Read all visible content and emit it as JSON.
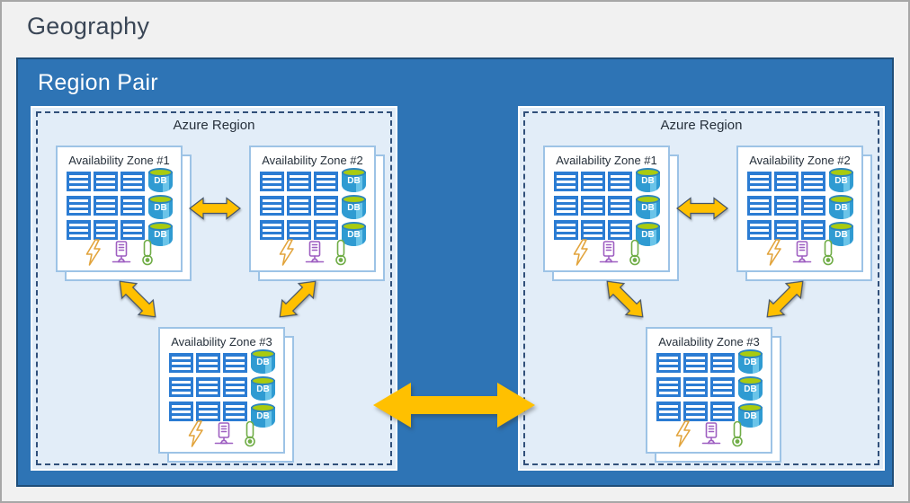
{
  "geography": {
    "title": "Geography"
  },
  "region_pair": {
    "title": "Region Pair"
  },
  "regions": [
    {
      "label": "Azure Region",
      "zones": [
        {
          "label": "Availability Zone #1"
        },
        {
          "label": "Availability Zone #2"
        },
        {
          "label": "Availability Zone #3"
        }
      ]
    },
    {
      "label": "Azure Region",
      "zones": [
        {
          "label": "Availability Zone #1"
        },
        {
          "label": "Availability Zone #2"
        },
        {
          "label": "Availability Zone #3"
        }
      ]
    }
  ],
  "icons": {
    "db_label": "DB",
    "server_rack": "server-rack-icon",
    "database": "database-cylinder-icon",
    "power": "lightning-bolt-icon",
    "network": "server-network-icon",
    "cooling": "thermometer-icon",
    "zone_link": "double-headed-arrow-icon",
    "region_link": "double-headed-arrow-icon"
  },
  "colors": {
    "geography_bg": "#F1F1F1",
    "geography_border": "#A7A7A7",
    "region_pair_bg": "#2E74B5",
    "region_pair_border": "#1F4E79",
    "azure_region_bg": "#E2EDF8",
    "dashed_border": "#31507A",
    "zone_card_border": "#9DC3E6",
    "server_rack_blue": "#2B7CD3",
    "db_body_blue": "#2F9BD2",
    "db_top_green": "#A9CB0F",
    "arrow_gold": "#FFC000",
    "arrow_outline": "#44546A",
    "power_orange": "#E2A43C",
    "network_purple": "#9E5FC1",
    "cooling_green": "#70AD47"
  }
}
